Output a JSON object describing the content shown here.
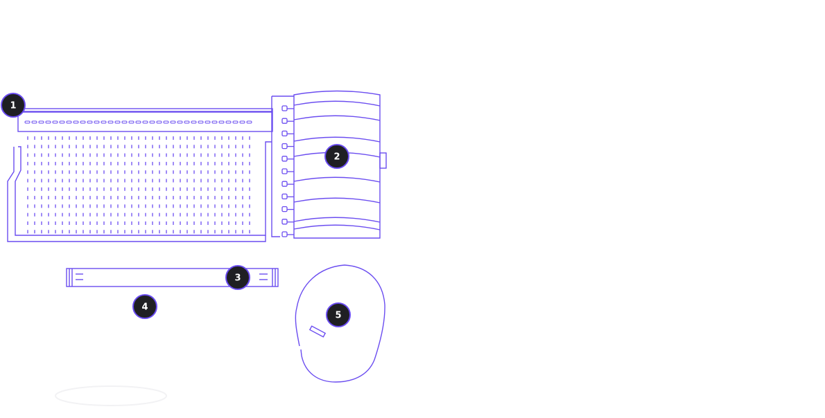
{
  "diagram": {
    "colors": {
      "line": "#6a4cf0",
      "badge_fill": "#1f1f23",
      "badge_ring": "#6a4cf0",
      "badge_text": "#ffffff",
      "background": "#ffffff"
    },
    "callouts": [
      {
        "id": "callout-1",
        "label": "1"
      },
      {
        "id": "callout-2",
        "label": "2"
      },
      {
        "id": "callout-3",
        "label": "3"
      },
      {
        "id": "callout-4",
        "label": "4"
      },
      {
        "id": "callout-5",
        "label": "5"
      }
    ]
  }
}
